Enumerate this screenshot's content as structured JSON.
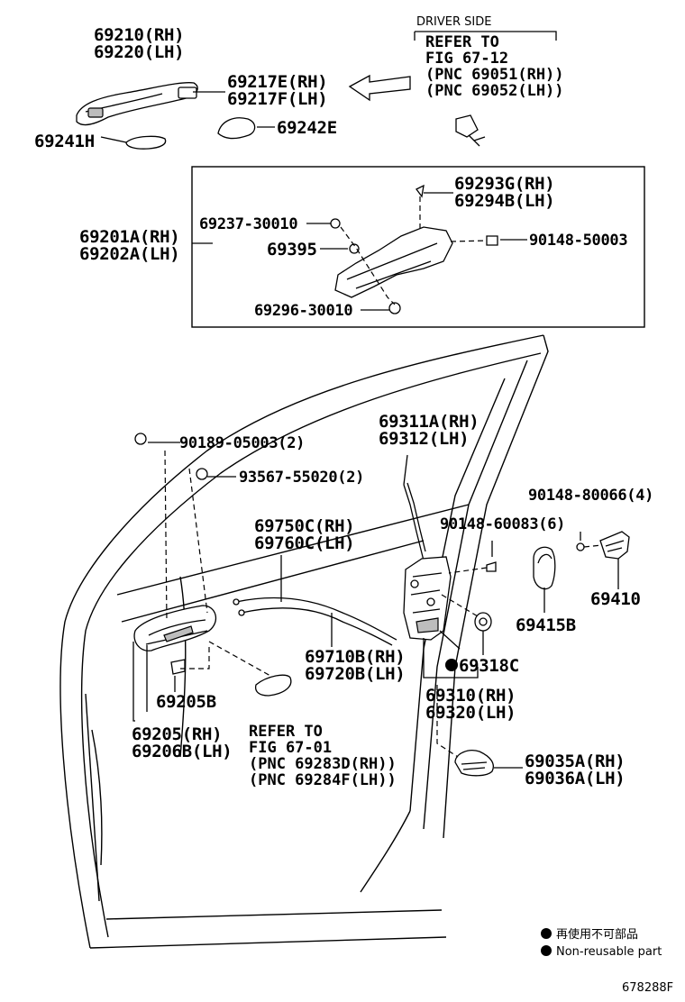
{
  "labels": {
    "p69210": "69210(RH)",
    "p69220": "69220(LH)",
    "p69217e": "69217E(RH)",
    "p69217f": "69217F(LH)",
    "p69242e": "69242E",
    "p69241h": "69241H",
    "p69293g": "69293G(RH)",
    "p69294b": "69294B(LH)",
    "p69237": "69237-30010",
    "p69201a": "69201A(RH)",
    "p69202a": "69202A(LH)",
    "p69395": "69395",
    "p90148_50003": "90148-50003",
    "p69296": "69296-30010",
    "p90189": "90189-05003(2)",
    "p93567": "93567-55020(2)",
    "p69311a": "69311A(RH)",
    "p69312": "69312(LH)",
    "p90148_80066": "90148-80066(4)",
    "p69750c": "69750C(RH)",
    "p69760c": "69760C(LH)",
    "p90148_60083": "90148-60083(6)",
    "p69410": "69410",
    "p69415b": "69415B",
    "p69710b": "69710B(RH)",
    "p69720b": "69720B(LH)",
    "p69318c": "69318C",
    "p69205b": "69205B",
    "p69310": "69310(RH)",
    "p69320": "69320(LH)",
    "p69205": "69205(RH)",
    "p69206b": "69206B(LH)",
    "p69035a": "69035A(RH)",
    "p69036a": "69036A(LH)"
  },
  "refs": {
    "driver_side": {
      "title": "DRIVER SIDE",
      "lines": [
        "REFER TO",
        "FIG 67-12",
        "(PNC 69051(RH))",
        "(PNC 69052(LH))"
      ]
    },
    "fig_67_01": {
      "lines": [
        "REFER TO",
        "FIG 67-01",
        "(PNC 69283D(RH))",
        "(PNC 69284F(LH))"
      ]
    }
  },
  "legend": {
    "line1": "再使用不可部品",
    "line2": "Non-reusable part"
  },
  "figure_id": "678288F"
}
